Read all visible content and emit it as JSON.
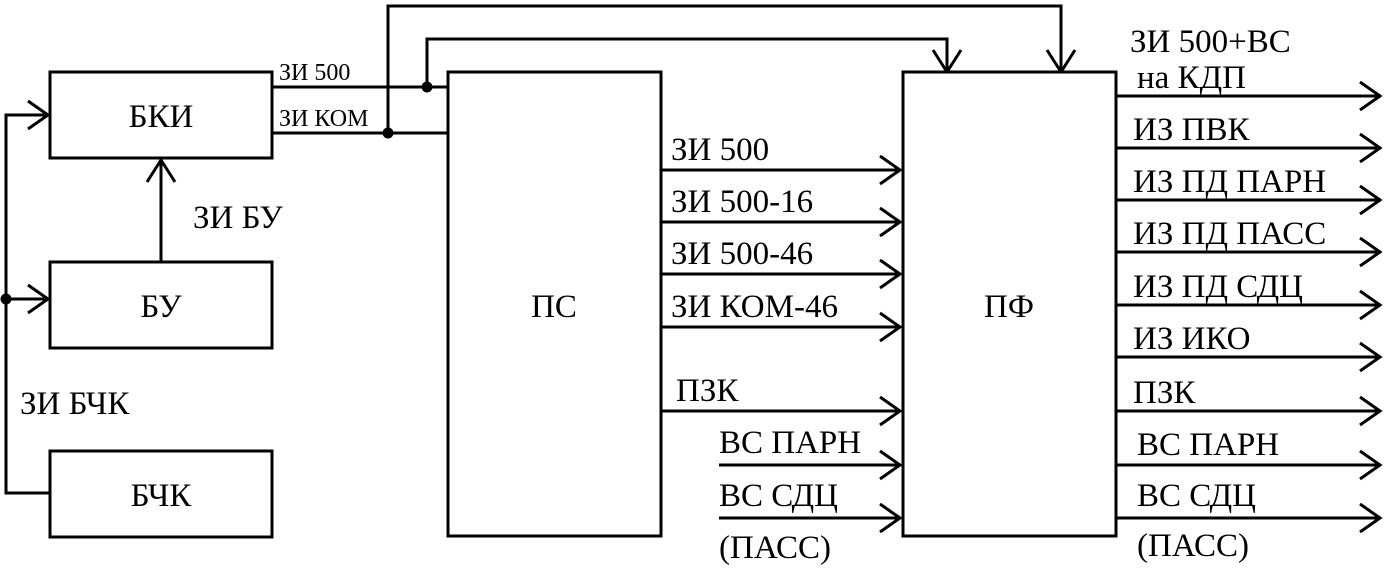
{
  "blocks": {
    "bki": "БКИ",
    "bu": "БУ",
    "bchk": "БЧК",
    "ps": "ПС",
    "pf": "ПФ"
  },
  "left_labels": {
    "zi_bu": "ЗИ БУ",
    "zi_bchk": "ЗИ БЧК"
  },
  "bki_outputs": {
    "zi500": "ЗИ 500",
    "zikom": "ЗИ КОМ"
  },
  "ps_outputs": [
    "ЗИ 500",
    "ЗИ 500-16",
    "ЗИ 500-46",
    "ЗИ КОМ-46",
    "ПЗК"
  ],
  "pf_inputs_external": [
    "ВС ПАРН",
    "ВС СДЦ",
    "(ПАСС)"
  ],
  "pf_outputs": {
    "header": "ЗИ 500+ВС",
    "items": [
      "на КДП",
      "ИЗ ПВК",
      "ИЗ ПД ПАРН",
      "ИЗ ПД ПАСС",
      "ИЗ ПД СДЦ",
      "ИЗ ИКО",
      "ПЗК",
      "ВС ПАРН",
      "ВС СДЦ"
    ],
    "footer": "(ПАСС)"
  }
}
